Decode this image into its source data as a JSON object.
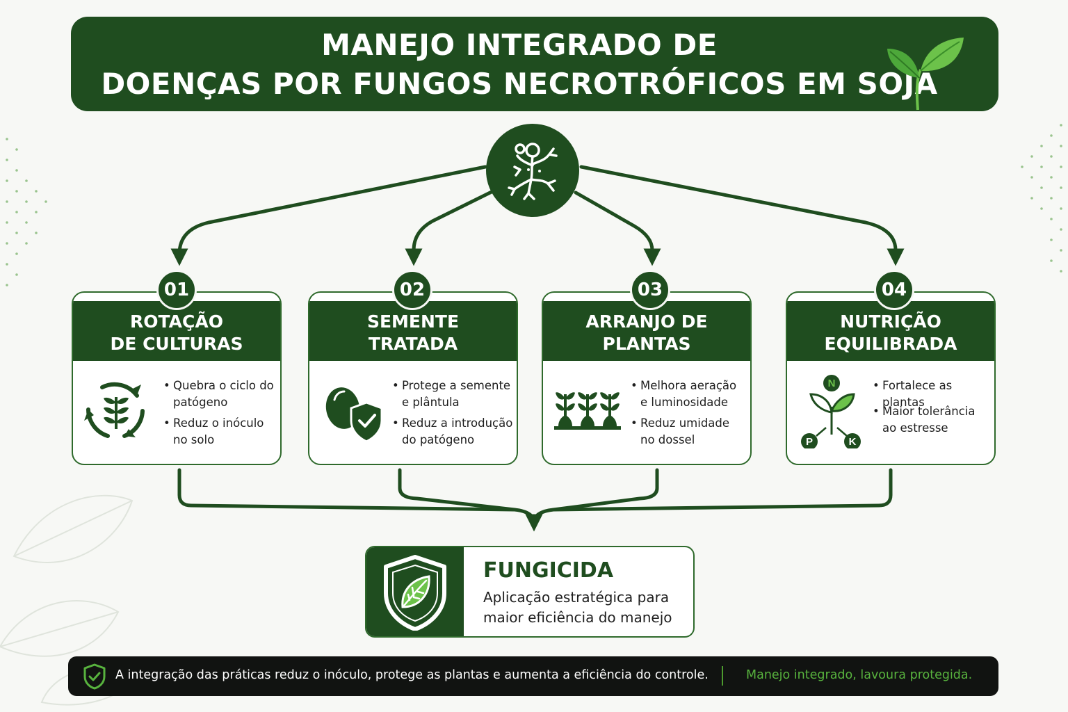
{
  "header": {
    "title_line1": "MANEJO INTEGRADO DE",
    "title_line2": "DOENÇAS POR FUNGOS NECROTRÓFICOS EM SOJA",
    "logo_icon": "sprout-icon"
  },
  "hub": {
    "icon": "fungus-mycelium-icon"
  },
  "cards": [
    {
      "number": "01",
      "title_line1": "ROTAÇÃO",
      "title_line2": "DE CULTURAS",
      "icon": "crop-rotation-icon",
      "bullets": [
        {
          "l1": "Quebra o ciclo do",
          "l2": "patógeno"
        },
        {
          "l1": "Reduz o inóculo",
          "l2": "no solo"
        }
      ]
    },
    {
      "number": "02",
      "title_line1": "SEMENTE",
      "title_line2": "TRATADA",
      "icon": "treated-seed-icon",
      "bullets": [
        {
          "l1": "Protege a semente",
          "l2": "e plântula"
        },
        {
          "l1": "Reduz a introdução",
          "l2": "do patógeno"
        }
      ]
    },
    {
      "number": "03",
      "title_line1": "ARRANJO DE",
      "title_line2": "PLANTAS",
      "icon": "plant-rows-icon",
      "bullets": [
        {
          "l1": "Melhora aeração",
          "l2": "e luminosidade"
        },
        {
          "l1": "Reduz umidade",
          "l2": "no dossel"
        }
      ]
    },
    {
      "number": "04",
      "title_line1": "NUTRIÇÃO",
      "title_line2": "EQUILIBRADA",
      "icon": "npk-nutrition-icon",
      "npk": {
        "n": "N",
        "p": "P",
        "k": "K"
      },
      "bullets": [
        {
          "l1": "Fortalece as plantas",
          "l2": ""
        },
        {
          "l1": "Maior tolerância",
          "l2": "ao estresse"
        }
      ]
    }
  ],
  "fungicide": {
    "title": "FUNGICIDA",
    "line1": "Aplicação estratégica para",
    "line2": "maior eficiência do manejo",
    "icon": "leaf-shield-icon"
  },
  "footer": {
    "text": "A integração das práticas reduz o inóculo, protege as plantas e aumenta a eficiência do controle.",
    "tagline": "Manejo integrado, lavoura protegida.",
    "icon": "shield-check-icon"
  },
  "colors": {
    "primary": "#1f4d1f",
    "accent": "#58b33e",
    "footer_bg": "#111311",
    "background": "#f7f8f5"
  }
}
